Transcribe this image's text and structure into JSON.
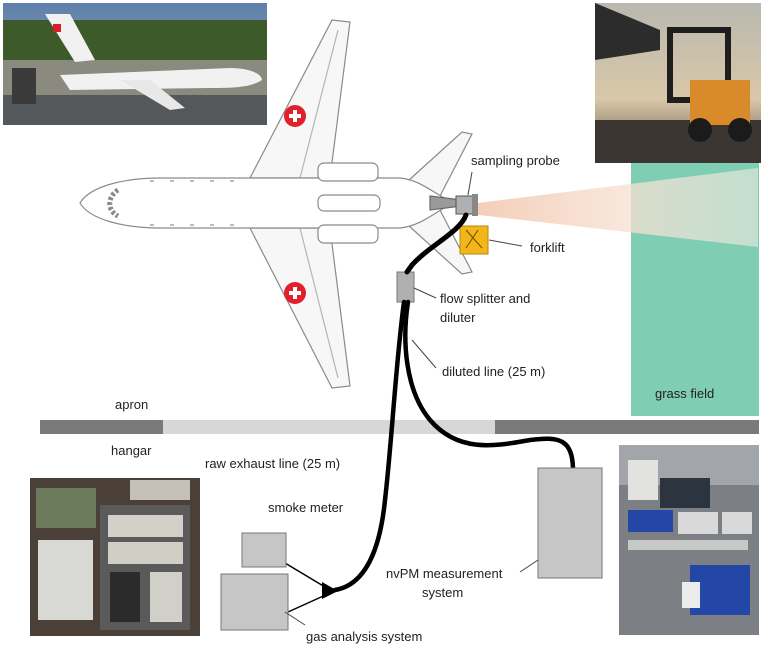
{
  "labels": {
    "sampling_probe": "sampling probe",
    "forklift": "forklift",
    "flow_splitter_line1": "flow splitter and",
    "flow_splitter_line2": "diluter",
    "diluted_line": "diluted line (25 m)",
    "grass_field": "grass field",
    "apron": "apron",
    "hangar": "hangar",
    "raw_exhaust_line": "raw exhaust line (25 m)",
    "smoke_meter": "smoke meter",
    "nvpm_line1": "nvPM measurement",
    "nvpm_line2": "system",
    "gas_analysis": "gas analysis system"
  },
  "colors": {
    "grass_field": "#7fcdb3",
    "plume": "#f6dccb",
    "forklift": "#f2b51a",
    "apron_bar": "#7a7a7a",
    "hangar_bar": "#d7d7d7",
    "equipment_box": "#c6c6c6",
    "line": "#000000",
    "swiss_cross_bg": "#e0202a"
  },
  "photos": {
    "top_left": "aircraft-photo",
    "top_right": "forklift-photo",
    "bottom_left": "gas-analysis-rack-photo",
    "bottom_right": "nvpm-rack-photo"
  }
}
